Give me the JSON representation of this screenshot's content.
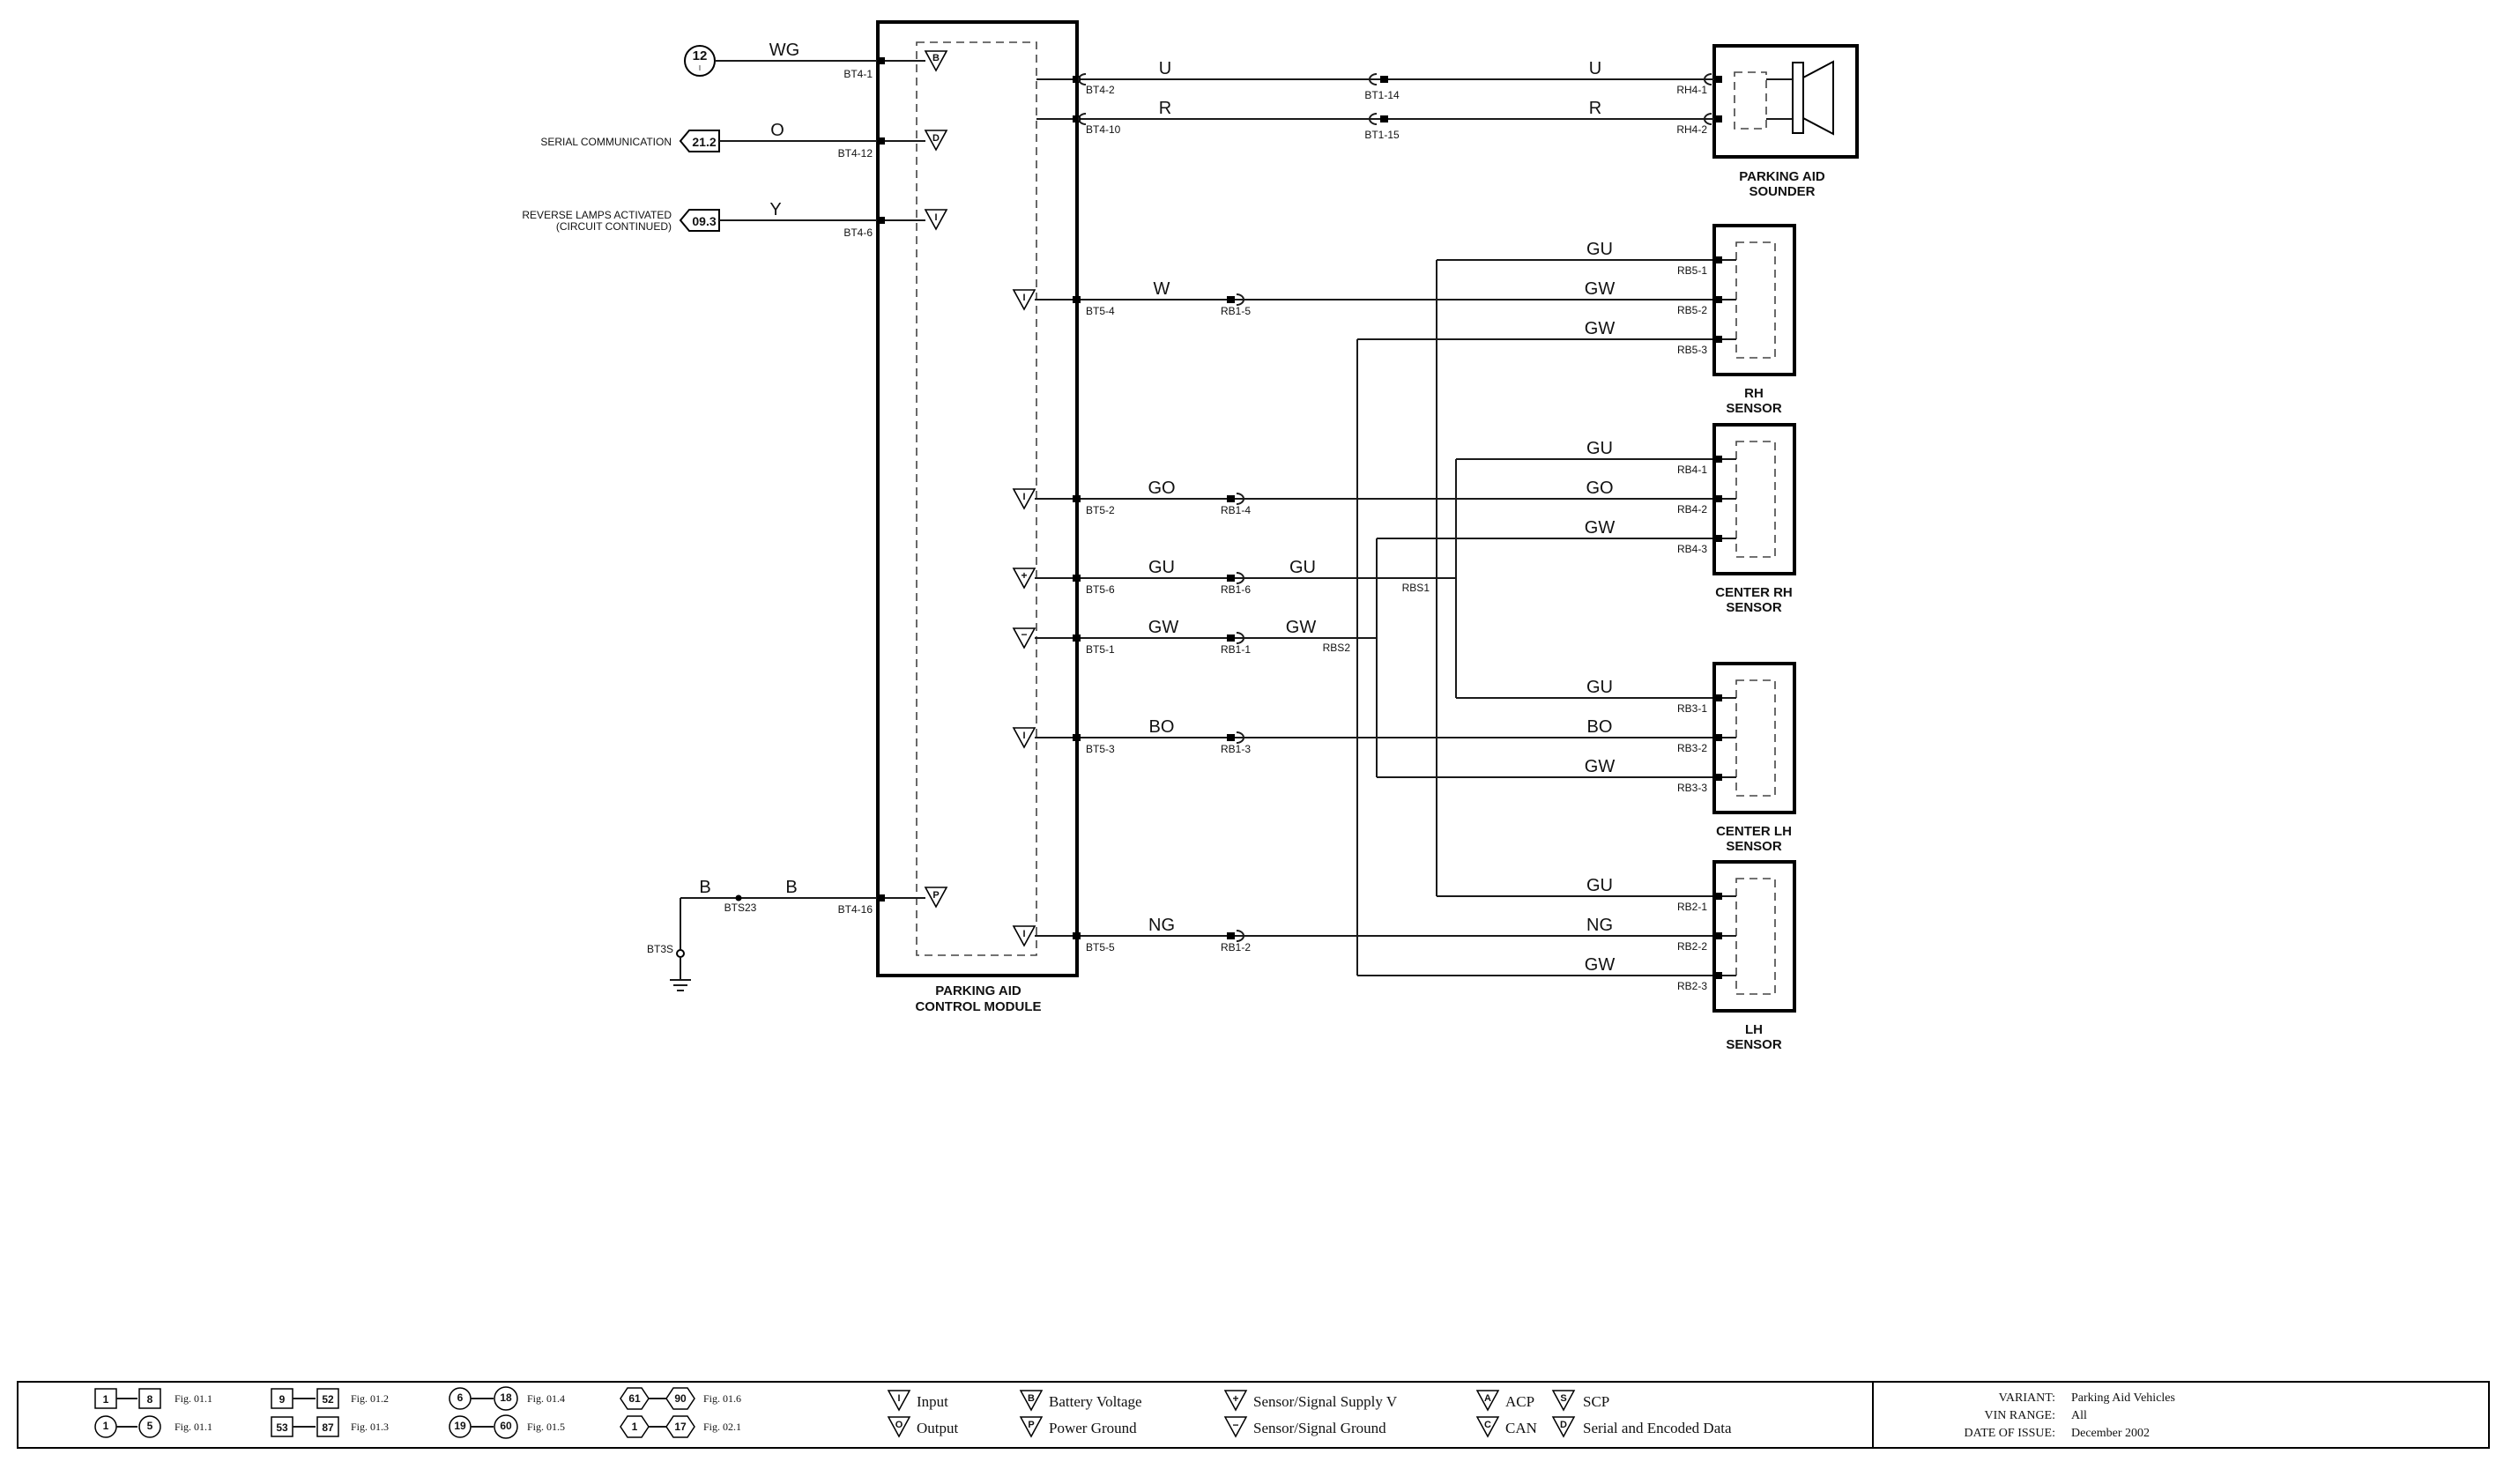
{
  "module": {
    "name_line1": "PARKING AID",
    "name_line2": "CONTROL MODULE",
    "pins": {
      "bt4_1": "BT4-1",
      "bt4_12": "BT4-12",
      "bt4_6": "BT4-6",
      "bt4_16": "BT4-16",
      "bt4_2": "BT4-2",
      "bt4_10": "BT4-10",
      "bt5_4": "BT5-4",
      "bt5_2": "BT5-2",
      "bt5_6": "BT5-6",
      "bt5_1": "BT5-1",
      "bt5_3": "BT5-3",
      "bt5_5": "BT5-5"
    },
    "pin_symbols": {
      "battery": "B",
      "serial": "D",
      "input": "I",
      "power_ground": "P",
      "supply": "+",
      "ground": "−"
    }
  },
  "left_refs": {
    "ref_12": {
      "num": "12",
      "sub": "I",
      "wire": "WG"
    },
    "ref_21_2": {
      "num": "21.2",
      "label": "SERIAL COMMUNICATION",
      "wire": "O"
    },
    "ref_09_3": {
      "num": "09.3",
      "label_line1": "REVERSE LAMPS ACTIVATED",
      "label_line2": "(CIRCUIT CONTINUED)",
      "wire": "Y"
    }
  },
  "ground": {
    "wire1": "B",
    "wire2": "B",
    "splice": "BTS23",
    "ground_point": "BT3S"
  },
  "sounder": {
    "name_line1": "PARKING AID",
    "name_line2": "SOUNDER",
    "wire1": "U",
    "wire2": "R",
    "inline1": "BT1-14",
    "inline2": "BT1-15",
    "pin1": "RH4-1",
    "pin2": "RH4-2"
  },
  "rb1": {
    "p5": "RB1-5",
    "p4": "RB1-4",
    "p6": "RB1-6",
    "p1": "RB1-1",
    "p3": "RB1-3",
    "p2": "RB1-2"
  },
  "wires_module_side": {
    "w": "W",
    "go": "GO",
    "gu": "GU",
    "gw": "GW",
    "bo": "BO",
    "ng": "NG"
  },
  "splices": {
    "rbs1": "RBS1",
    "rbs2": "RBS2",
    "gu_after": "GU",
    "gw_after": "GW"
  },
  "sensors": [
    {
      "name_line1": "RH",
      "name_line2": "SENSOR",
      "wires": [
        "GU",
        "GW",
        "GW"
      ],
      "pins": [
        "RB5-1",
        "RB5-2",
        "RB5-3"
      ]
    },
    {
      "name_line1": "CENTER RH",
      "name_line2": "SENSOR",
      "wires": [
        "GU",
        "GO",
        "GW"
      ],
      "pins": [
        "RB4-1",
        "RB4-2",
        "RB4-3"
      ]
    },
    {
      "name_line1": "CENTER LH",
      "name_line2": "SENSOR",
      "wires": [
        "GU",
        "BO",
        "GW"
      ],
      "pins": [
        "RB3-1",
        "RB3-2",
        "RB3-3"
      ]
    },
    {
      "name_line1": "LH",
      "name_line2": "SENSOR",
      "wires": [
        "GU",
        "NG",
        "GW"
      ],
      "pins": [
        "RB2-1",
        "RB2-2",
        "RB2-3"
      ]
    }
  ],
  "legend": {
    "fig_refs": [
      {
        "a": "1",
        "b": "8",
        "fig": "Fig. 01.1"
      },
      {
        "a": "1",
        "b": "5",
        "fig": "Fig. 01.1"
      },
      {
        "a": "9",
        "b": "52",
        "fig": "Fig. 01.2"
      },
      {
        "a": "53",
        "b": "87",
        "fig": "Fig. 01.3"
      },
      {
        "a": "6",
        "b": "18",
        "fig": "Fig. 01.4"
      },
      {
        "a": "19",
        "b": "60",
        "fig": "Fig. 01.5"
      },
      {
        "a": "61",
        "b": "90",
        "fig": "Fig. 01.6"
      },
      {
        "a": "1",
        "b": "17",
        "fig": "Fig. 02.1"
      }
    ],
    "symbols": [
      {
        "sym": "I",
        "text": "Input"
      },
      {
        "sym": "O",
        "text": "Output"
      },
      {
        "sym": "B",
        "text": "Battery Voltage"
      },
      {
        "sym": "P",
        "text": "Power Ground"
      },
      {
        "sym": "+",
        "text": "Sensor/Signal Supply V"
      },
      {
        "sym": "−",
        "text": "Sensor/Signal Ground"
      },
      {
        "sym": "A",
        "text": "ACP"
      },
      {
        "sym": "C",
        "text": "CAN"
      },
      {
        "sym": "S",
        "text": "SCP"
      },
      {
        "sym": "D",
        "text": "Serial and Encoded Data"
      }
    ],
    "info": {
      "variant_label": "VARIANT:",
      "variant": "Parking Aid Vehicles",
      "vin_label": "VIN RANGE:",
      "vin": "All",
      "date_label": "DATE OF ISSUE:",
      "date": "December 2002"
    }
  }
}
